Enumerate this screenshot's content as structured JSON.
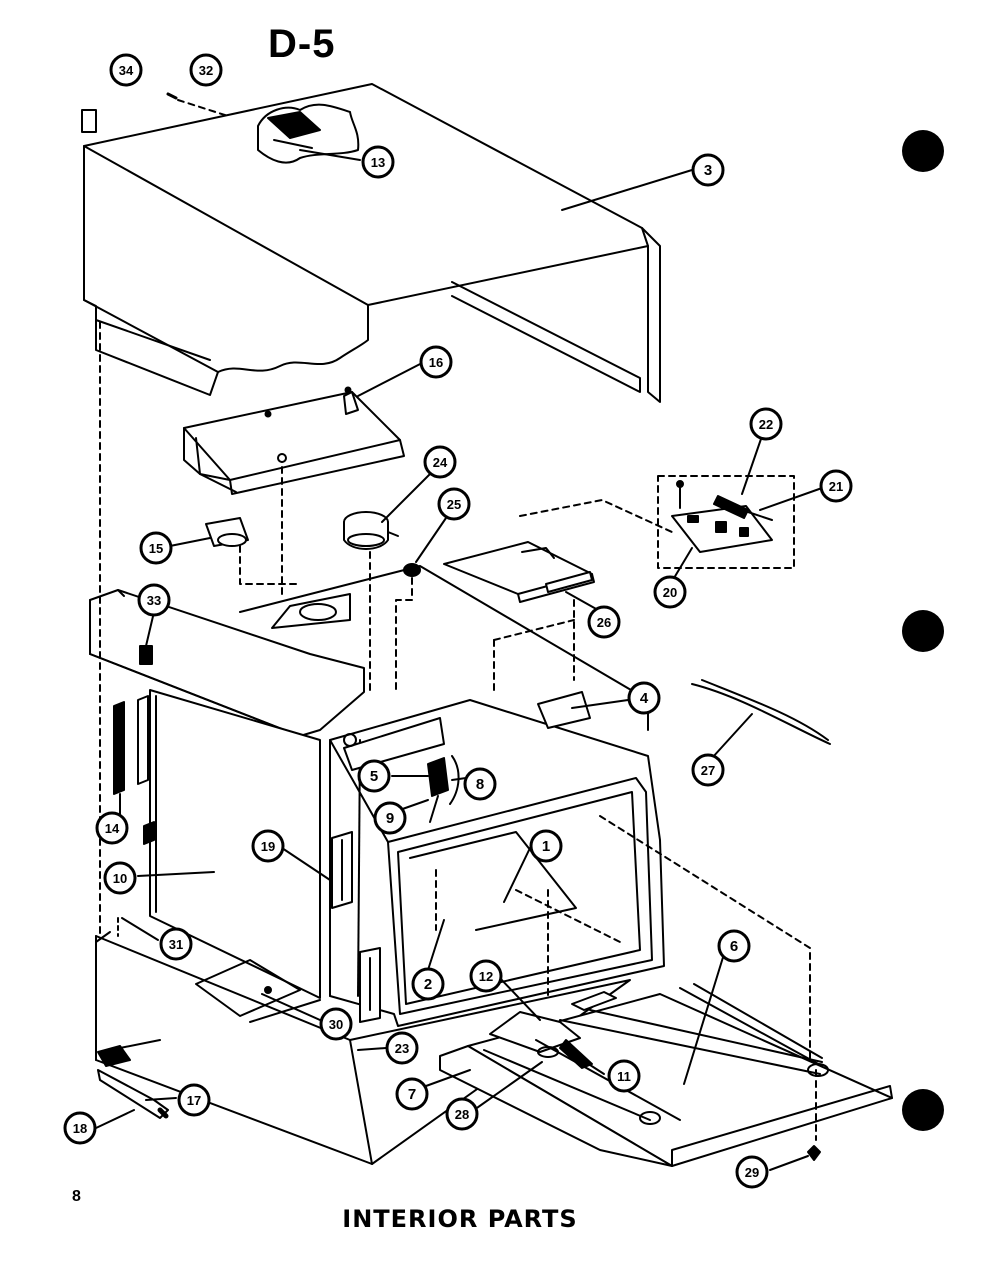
{
  "header": {
    "title": "D-5"
  },
  "footer": {
    "page_number": "8",
    "caption": "INTERIOR PARTS"
  },
  "callouts": [
    "34",
    "32",
    "13",
    "3",
    "16",
    "24",
    "25",
    "22",
    "21",
    "15",
    "20",
    "33",
    "26",
    "4",
    "27",
    "5",
    "8",
    "9",
    "14",
    "19",
    "1",
    "10",
    "31",
    "2",
    "12",
    "6",
    "30",
    "23",
    "11",
    "7",
    "28",
    "17",
    "18",
    "29"
  ],
  "colors": {
    "ink": "#000000",
    "paper": "#ffffff"
  }
}
